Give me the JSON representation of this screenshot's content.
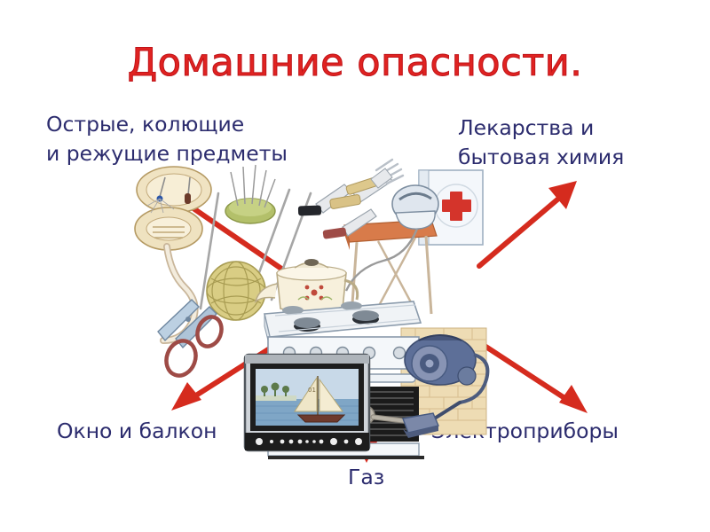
{
  "poster": {
    "title": "Домашние опасности.",
    "title_color": "#e02321",
    "label_color": "#2c2c6e",
    "arrow_color": "#d52b1e",
    "background": "#ffffff"
  },
  "labels": [
    {
      "id": "sharp",
      "line1": "Острые, колющие",
      "line2": "и режущие предметы",
      "position": "top-left"
    },
    {
      "id": "meds",
      "line1": "Лекарства и",
      "line2": "бытовая химия",
      "position": "top-right"
    },
    {
      "id": "window",
      "line1": "Окно и балкон",
      "line2": "",
      "position": "bottom-left"
    },
    {
      "id": "electro",
      "line1": "Электроприборы",
      "line2": "",
      "position": "bottom-right"
    },
    {
      "id": "gas",
      "line1": "Газ",
      "line2": "",
      "position": "bottom-center"
    }
  ],
  "arrows": [
    {
      "id": "arrow-sharp",
      "direction": "up-left",
      "points_to": "Острые, колющие и режущие предметы"
    },
    {
      "id": "arrow-meds",
      "direction": "up-right",
      "points_to": "Лекарства и бытовая химия"
    },
    {
      "id": "arrow-window",
      "direction": "down-left",
      "points_to": "Окно и балкон"
    },
    {
      "id": "arrow-electro",
      "direction": "down-right",
      "points_to": "Электроприборы"
    },
    {
      "id": "arrow-gas",
      "direction": "down",
      "points_to": "Газ"
    }
  ],
  "illustration": {
    "description": "Watercolor drawing of household hazards",
    "items": [
      "sewing-basket",
      "pincushion-with-needles",
      "knitting-needles",
      "yarn-ball",
      "knives-and-fork",
      "scissors",
      "teapot",
      "gas-stove",
      "frying-pan-in-oven",
      "ironing-board",
      "iron",
      "first-aid-cabinet",
      "television",
      "vacuum-cleaner",
      "brick-wall"
    ],
    "tv_screen": "sailboat-on-water",
    "first_aid_symbol": "red-cross"
  }
}
